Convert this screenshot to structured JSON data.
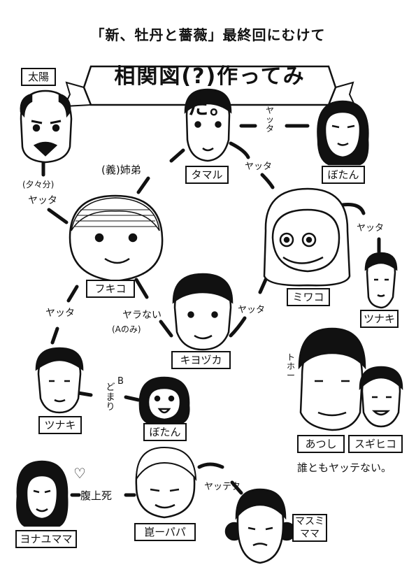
{
  "header": {
    "subtitle": "「新、牡丹と薔薇」最終回にむけて",
    "title": "相関図(?)作ってみた。"
  },
  "characters": {
    "taiyo": "太陽",
    "tamaru": "タマル",
    "botan_top": "ぼたん",
    "fukiko": "フキコ",
    "miwako": "ミワコ",
    "tsunaki_right": "ツナキ",
    "kiyozuka": "キヨヅカ",
    "tsunaki_left": "ツナキ",
    "botan_bottom": "ぼたん",
    "atsushi": "あつし",
    "sugihiko": "スギヒコ",
    "yonayu_mama": "ヨナユママ",
    "papa": "崑ーパパ",
    "masumi_mama": "マスミママ"
  },
  "relations": {
    "tamaru_botan": "ヤッタ",
    "tamaru_miwako": "ヤッタ",
    "tamaru_fukiko": "(義)姉弟",
    "taiyo_fukiko_note": "(夕々分)",
    "taiyo_fukiko": "ヤッタ",
    "miwako_tsunaki": "ヤッタ",
    "fukiko_tsunaki": "ヤッタ",
    "fukiko_kiyozuka": "ヤラない",
    "fukiko_kiyozuka_note": "(Aのみ)",
    "kiyozuka_miwako": "ヤッタ",
    "tsunaki_botan_b": "B",
    "tsunaki_botan": "どまり",
    "atsushi_mark": "トホー",
    "atsushi_note": "誰ともヤッテない。",
    "yonayu_papa": "腹上死",
    "papa_masumi": "ヤッテタ",
    "heart": "♡"
  },
  "colors": {
    "ink": "#111111",
    "paper": "#ffffff"
  }
}
